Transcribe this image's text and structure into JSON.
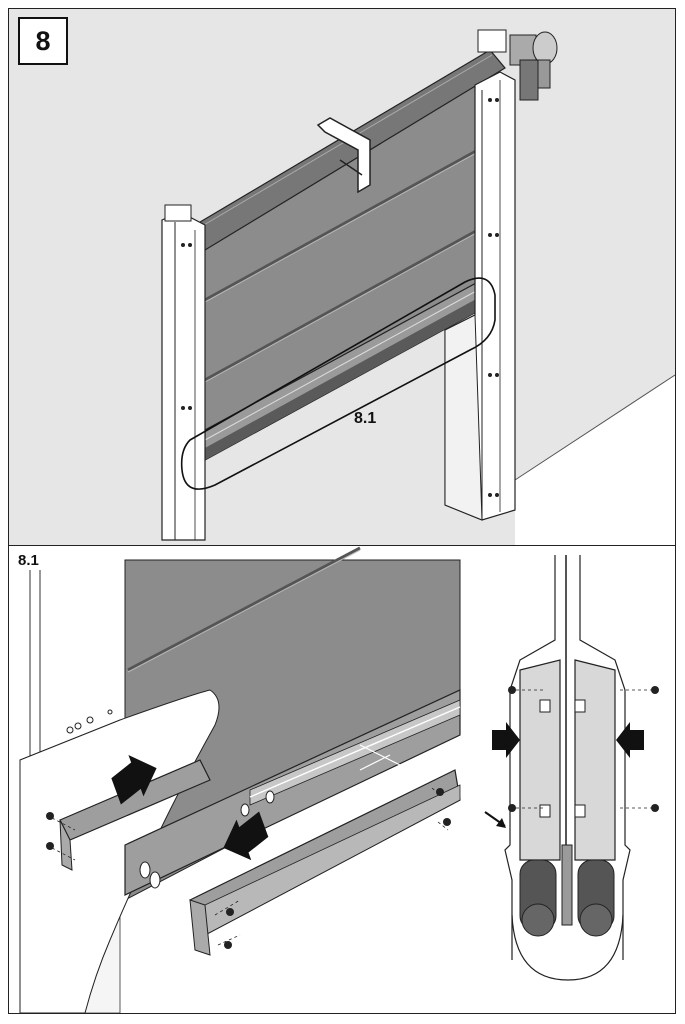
{
  "step": {
    "number": "8"
  },
  "callout": {
    "detail_label": "8.1"
  },
  "detail_panel": {
    "label": "8.1"
  },
  "colors": {
    "wall": "#e6e6e6",
    "curtain": "#8c8c8c",
    "frame_white": "#ffffff",
    "line": "#1a1a1a",
    "highlight": "#b0b0b0",
    "arrow": "#111111"
  },
  "icons": [
    "fill-arrow-right-icon",
    "fill-arrow-left-icon",
    "screw-icon"
  ]
}
